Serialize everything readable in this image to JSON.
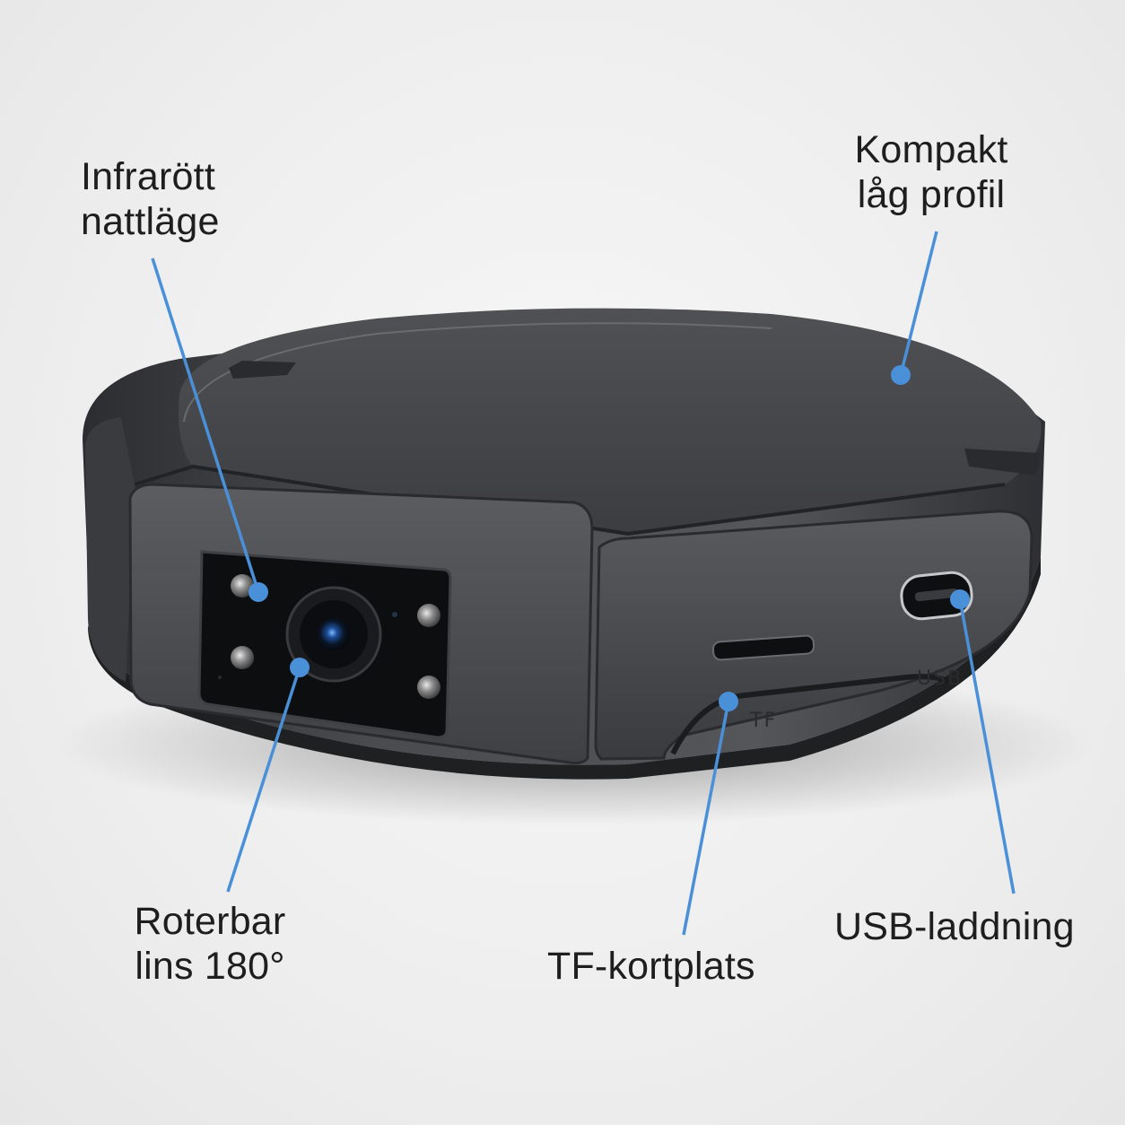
{
  "labels": {
    "infrared": {
      "line1": "Infrarött",
      "line2": "nattläge"
    },
    "compact": {
      "line1": "Kompakt",
      "line2": "låg profil"
    },
    "lens": {
      "line1": "Roterbar",
      "line2": "lins 180°"
    },
    "tf_slot": {
      "line1": "TF-kortplats"
    },
    "usb": {
      "line1": "USB-laddning"
    }
  },
  "device_markings": {
    "tf": "TF",
    "usb": "USB"
  },
  "colors": {
    "callout": "#4a90d9",
    "device_body": "#3a3b3e",
    "background": "#efefef"
  }
}
